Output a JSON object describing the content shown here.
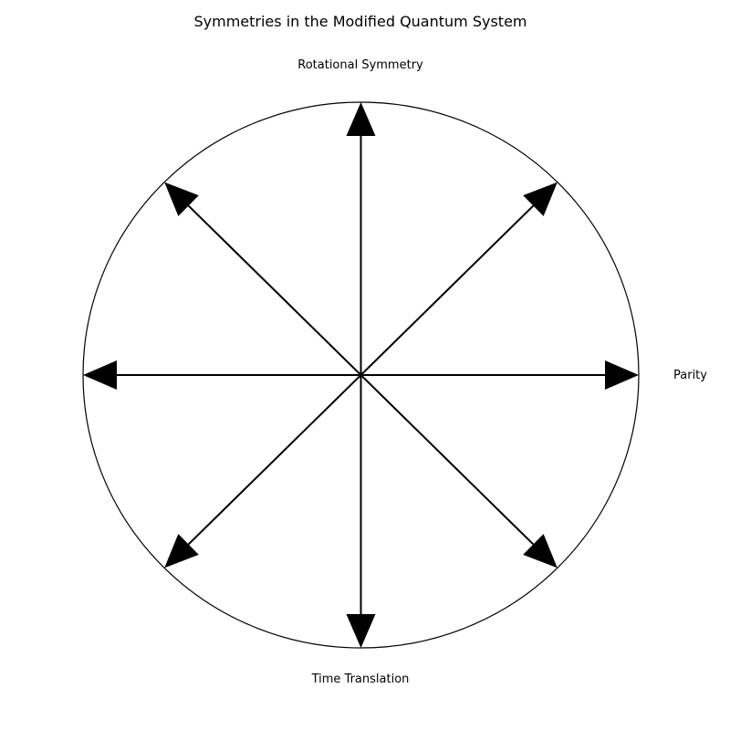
{
  "diagram": {
    "title": "Symmetries in the Modified Quantum System",
    "labels": {
      "top": "Rotational Symmetry",
      "right": "Parity",
      "bottom": "Time Translation"
    },
    "arrow_directions_deg": [
      0,
      45,
      90,
      135,
      180,
      225,
      270,
      315
    ],
    "colors": {
      "stroke": "#000000",
      "background": "#ffffff"
    }
  }
}
